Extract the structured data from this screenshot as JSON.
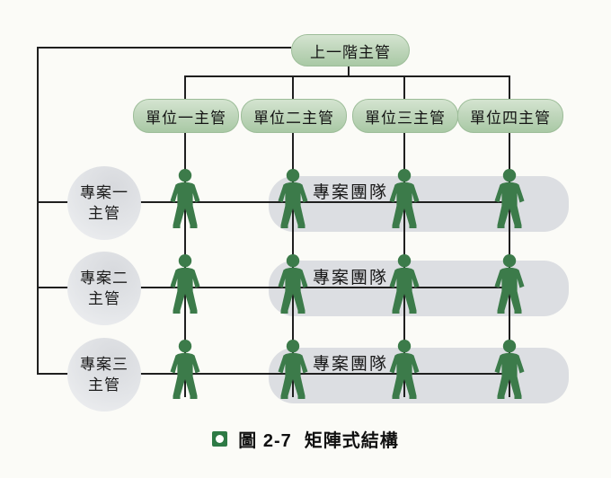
{
  "diagram": {
    "top_manager": "上一階主管",
    "unit_managers": [
      "單位一主管",
      "單位二主管",
      "單位三主管",
      "單位四主管"
    ],
    "project_managers": [
      {
        "line1": "專案一",
        "line2": "主管"
      },
      {
        "line1": "專案二",
        "line2": "主管"
      },
      {
        "line1": "專案三",
        "line2": "主管"
      }
    ],
    "team_label": "專案團隊",
    "caption": {
      "figure_label": "圖 2-7",
      "title": "矩陣式結構"
    },
    "colors": {
      "background": "#fbfbf7",
      "node_green_light": "#d4e4d0",
      "node_green_dark": "#a9c9a5",
      "person_green": "#3c7b4a",
      "team_bar_gray": "#dcdee2",
      "circle_gray": "#e3e5e8",
      "line_black": "#1f1f1f",
      "caption_marker_green": "#2d7a45"
    }
  }
}
